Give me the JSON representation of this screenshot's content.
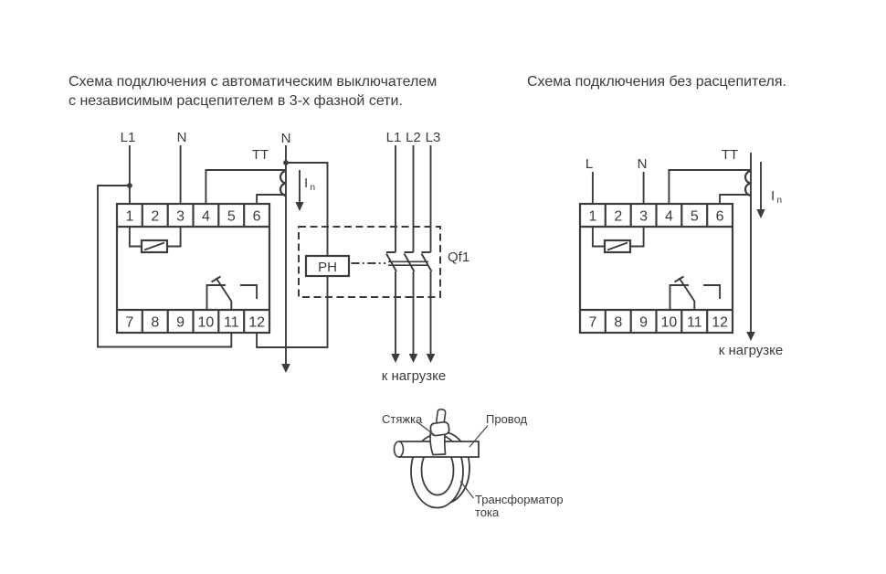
{
  "colors": {
    "background": "#ffffff",
    "line": "#3c3c3c",
    "text": "#3a3a3a"
  },
  "left_scheme": {
    "title_line1": "Схема подключения с автоматическим выключателем",
    "title_line2": "с независимым расцепителем в 3-х фазной сети.",
    "labels": {
      "phase_in": "L1",
      "neutral_in": "N",
      "neutral_tt": "N",
      "transformer": "ТТ",
      "current_main": "I",
      "current_sub": "n",
      "trip_unit": "РН",
      "breaker": "Qf1",
      "phase1": "L1",
      "phase2": "L2",
      "phase3": "L3",
      "to_load": "к нагрузке"
    },
    "terminals_top": [
      "1",
      "2",
      "3",
      "4",
      "5",
      "6"
    ],
    "terminals_bottom": [
      "7",
      "8",
      "9",
      "10",
      "11",
      "12"
    ]
  },
  "right_scheme": {
    "title": "Схема подключения без расцепителя.",
    "labels": {
      "phase_in": "L",
      "neutral_in": "N",
      "transformer": "ТТ",
      "current_main": "I",
      "current_sub": "n",
      "to_load": "к нагрузке"
    },
    "terminals_top": [
      "1",
      "2",
      "3",
      "4",
      "5",
      "6"
    ],
    "terminals_bottom": [
      "7",
      "8",
      "9",
      "10",
      "11",
      "12"
    ]
  },
  "detail_figure": {
    "tie_label": "Стяжка",
    "wire_label": "Провод",
    "transformer_label_line1": "Трансформатор",
    "transformer_label_line2": "тока"
  }
}
